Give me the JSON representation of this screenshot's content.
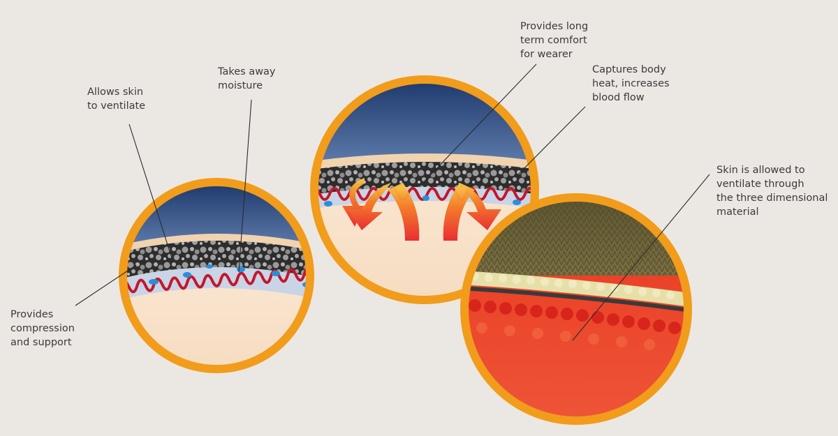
{
  "labels": {
    "ventilate": [
      "Allows skin",
      "to ventilate"
    ],
    "moisture": [
      "Takes away",
      "moisture"
    ],
    "compression": [
      "Provides",
      "compression",
      "and support"
    ],
    "comfort": [
      "Provides long",
      "term comfort",
      "for wearer"
    ],
    "body_heat": [
      "Captures body",
      "heat, increases",
      "blood flow"
    ],
    "three_d": [
      "Skin is allowed to",
      "ventilate through",
      "the three dimensional",
      "material"
    ]
  },
  "colors": {
    "background": "#ebe8e4",
    "ring": "#f29c1c",
    "sky_top": "#1d3a6e",
    "sky_bottom": "#4d6a9c",
    "skin": "#f8e3c7",
    "fabric_dark": "#3a3a3a",
    "fabric_red": "#c4162a",
    "moisture_blue": "#2a8fd6",
    "heat_arrow": "#f05a22",
    "knit_olive": "#6e6335",
    "knit_red": "#e73a2a"
  }
}
